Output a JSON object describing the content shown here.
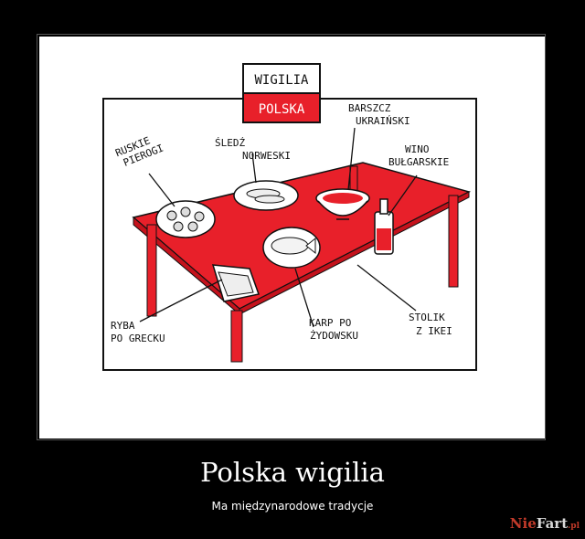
{
  "illustration": {
    "sign": {
      "top": "WIGILIA",
      "bottom": "POLSKA"
    },
    "labels": {
      "pierogi": [
        "RUSKIE",
        "PIEROGI"
      ],
      "sledz": [
        "ŚLEDŹ",
        "NORWESKI"
      ],
      "barszcz": [
        "BARSZCZ",
        "UKRAIŃSKI"
      ],
      "wino": [
        "WINO",
        "BUŁGARSKIE"
      ],
      "ryba": [
        "RYBA",
        "PO GRECKU"
      ],
      "karp": [
        "KARP PO",
        "ŻYDOWSKU"
      ],
      "stolik": [
        "STOLIK",
        "Z IKEI"
      ]
    },
    "colors": {
      "table": "#e8202a",
      "sign_red": "#e8202a"
    }
  },
  "caption": {
    "title": "Polska wigilia",
    "subtitle": "Ma międzynarodowe tradycje"
  },
  "brand": {
    "name_a": "Nie",
    "name_b": "Fart",
    "suffix": ".pl"
  }
}
